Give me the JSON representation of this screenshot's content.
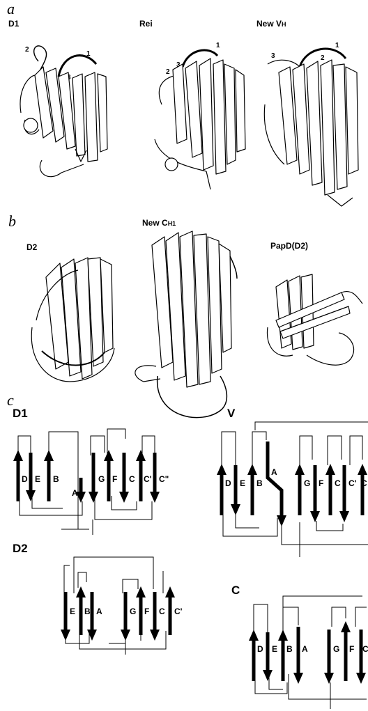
{
  "panels": {
    "a": {
      "label": "a",
      "titles": [
        "D1",
        "Rei",
        "New V",
        "H"
      ]
    },
    "b": {
      "label": "b",
      "titles": [
        "D2",
        "New C",
        "H1",
        "PapD(D2)"
      ]
    },
    "c": {
      "label": "c"
    }
  },
  "loop_numbers": [
    "1",
    "2",
    "3"
  ],
  "topology": {
    "d1": {
      "title": "D1",
      "strands": [
        "D",
        "E",
        "B",
        "A",
        "G",
        "F",
        "C",
        "C'",
        "C\""
      ]
    },
    "d2": {
      "title": "D2",
      "strands": [
        "E",
        "B",
        "A",
        "G",
        "F",
        "C",
        "C'"
      ]
    },
    "v": {
      "title": "V",
      "strands": [
        "D",
        "E",
        "B",
        "A",
        "G",
        "F",
        "C",
        "C'",
        "C"
      ]
    },
    "c": {
      "title": "C",
      "strands": [
        "D",
        "E",
        "B",
        "A",
        "G",
        "F",
        "C"
      ]
    }
  }
}
